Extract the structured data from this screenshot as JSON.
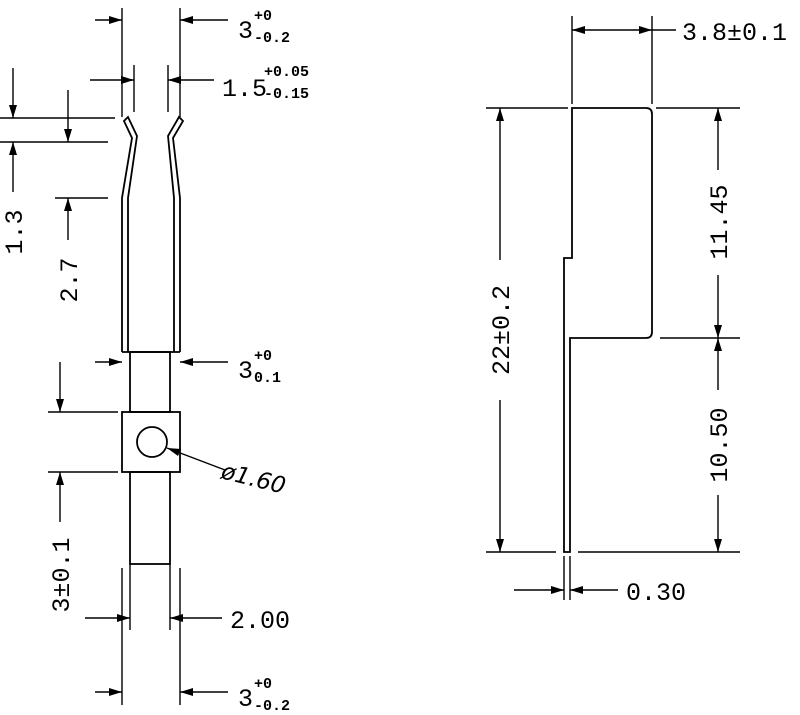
{
  "left_view": {
    "top_width": {
      "base": "3",
      "tol_upper": "+0",
      "tol_lower": "-0.2"
    },
    "tip_gap": {
      "base": "1.5",
      "tol_upper": "+0.05",
      "tol_lower": "-0.15"
    },
    "tip_height": {
      "text": "1.3"
    },
    "bend_height": {
      "text": "2.7"
    },
    "mid_width": {
      "base": "3",
      "tol_upper": "+0",
      "tol_lower": "0.1"
    },
    "hole_diameter": {
      "text": "ø1.60"
    },
    "lower_length": {
      "text": "3±0.1"
    },
    "tail_width": {
      "text": "2.00"
    },
    "bottom_width": {
      "base": "3",
      "tol_upper": "+0",
      "tol_lower": "-0.2"
    }
  },
  "right_view": {
    "width": {
      "text": "3.8±0.1"
    },
    "total_length": {
      "text": "22±0.2"
    },
    "upper_length": {
      "text": "11.45"
    },
    "lower_length": {
      "text": "10.50"
    },
    "thickness": {
      "text": "0.30"
    }
  }
}
